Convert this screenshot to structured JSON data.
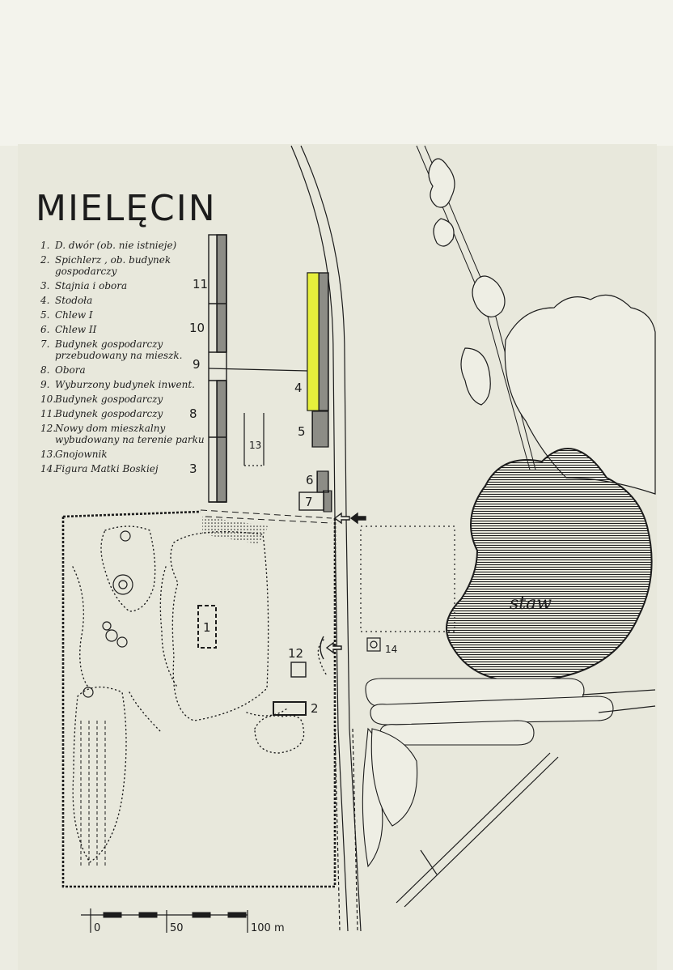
{
  "map": {
    "title": "MIELĘCIN",
    "legend": [
      {
        "num": "1.",
        "text": "D. dwór (ob. nie istnieje)"
      },
      {
        "num": "2.",
        "text": "Spichlerz , ob. budynek gospodarczy"
      },
      {
        "num": "3.",
        "text": "Stajnia i obora"
      },
      {
        "num": "4.",
        "text": "Stodoła"
      },
      {
        "num": "5.",
        "text": "Chlew I"
      },
      {
        "num": "6.",
        "text": "Chlew II"
      },
      {
        "num": "7.",
        "text": "Budynek gospodarczy przebudowany na mieszk."
      },
      {
        "num": "8.",
        "text": "Obora"
      },
      {
        "num": "9.",
        "text": "Wyburzony budynek inwent."
      },
      {
        "num": "10.",
        "text": "Budynek gospodarczy"
      },
      {
        "num": "11.",
        "text": "Budynek gospodarczy"
      },
      {
        "num": "12.",
        "text": "Nowy dom mieszkalny wybudowany na terenie parku"
      },
      {
        "num": "13.",
        "text": "Gnojownik"
      },
      {
        "num": "14.",
        "text": "Figura Matki Boskiej"
      }
    ],
    "building_numbers": {
      "b1": "1",
      "b2": "2",
      "b3": "3",
      "b4": "4",
      "b5": "5",
      "b6": "6",
      "b7": "7",
      "b8": "8",
      "b9": "9",
      "b10": "10",
      "b11": "11",
      "b12": "12",
      "b13": "13",
      "b14": "14"
    },
    "pond_label": "staw",
    "scale": {
      "zero": "0",
      "mid": "50",
      "end": "100 m"
    },
    "highlight_color": "#e6ef3c",
    "ink_color": "#1c1c1c",
    "paper_color": "#e8e8dc"
  }
}
